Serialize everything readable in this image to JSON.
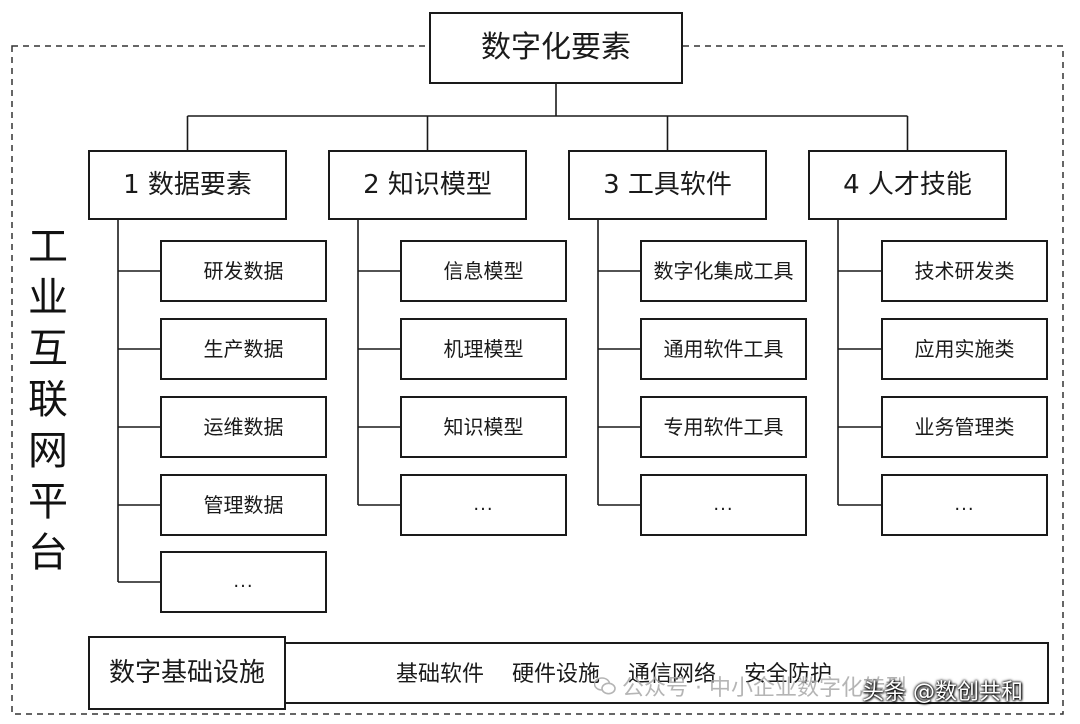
{
  "root": {
    "label": "数字化要素"
  },
  "platform": {
    "label": "工业互联网平台"
  },
  "categories": [
    {
      "label": "1 数据要素",
      "items": [
        "研发数据",
        "生产数据",
        "运维数据",
        "管理数据",
        "..."
      ]
    },
    {
      "label": "2 知识模型",
      "items": [
        "信息模型",
        "机理模型",
        "知识模型",
        "..."
      ]
    },
    {
      "label": "3 工具软件",
      "items": [
        "数字化集成\n工具",
        "通用软件工具",
        "专用软件工具",
        "..."
      ]
    },
    {
      "label": "4 人才技能",
      "items": [
        "技术研发类",
        "应用实施类",
        "业务管理类",
        "..."
      ]
    }
  ],
  "infrastructure": {
    "label": "数字基础设施",
    "items": [
      "基础软件",
      "硬件设施",
      "通信网络",
      "安全防护"
    ]
  },
  "watermarks": {
    "left": "公众号 · 中小企业数字化转型",
    "right": "头条 @数创共和"
  }
}
